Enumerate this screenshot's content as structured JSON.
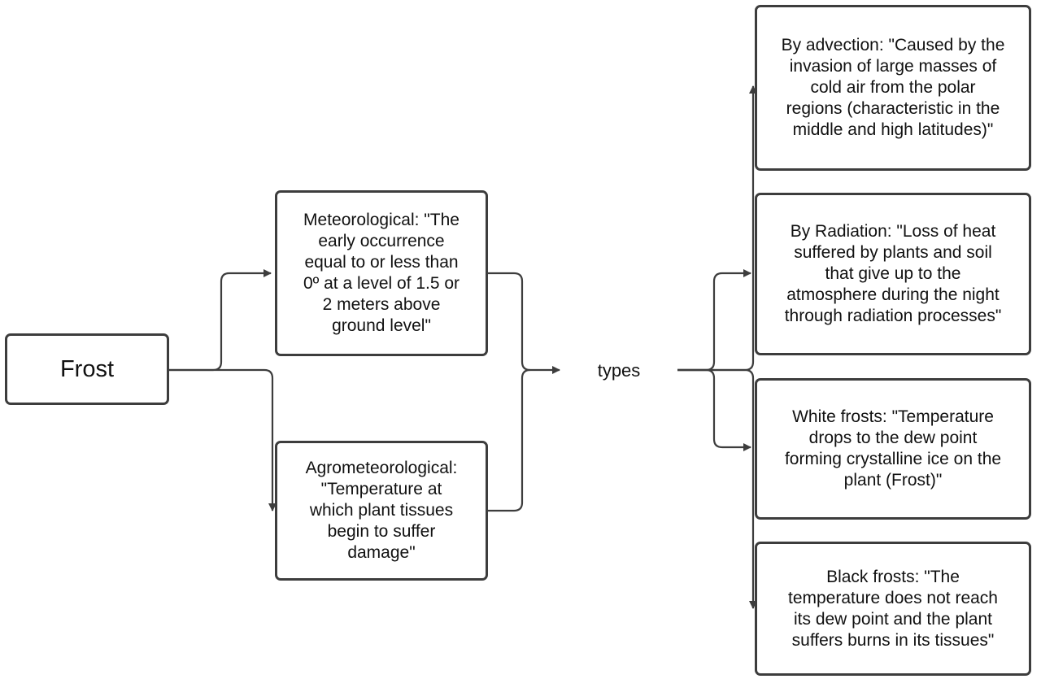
{
  "diagram": {
    "root": {
      "label": "Frost"
    },
    "definitions": [
      {
        "id": "meteorological",
        "text": "Meteorological: \"The\nearly occurrence\nequal to or less than\n0º at a level of 1.5 or\n2 meters above\nground level\""
      },
      {
        "id": "agrometeorological",
        "text": "Agrometeorological:\n\"Temperature at\nwhich plant tissues\nbegin to suffer\ndamage\""
      }
    ],
    "hub": {
      "label": "types"
    },
    "types": [
      {
        "id": "advection",
        "text": "By advection: \"Caused by the\ninvasion of large masses of\ncold air from the polar\nregions (characteristic in the\nmiddle and high latitudes)\""
      },
      {
        "id": "radiation",
        "text": "By Radiation: \"Loss of heat\nsuffered by plants and soil\nthat give up to the\natmosphere during the night\nthrough radiation processes\""
      },
      {
        "id": "white-frosts",
        "text": "White frosts: \"Temperature\ndrops to the dew point\nforming crystalline ice on the\nplant (Frost)\""
      },
      {
        "id": "black-frosts",
        "text": "Black frosts: \"The\ntemperature does not reach\nits dew point and the plant\nsuffers burns in its tissues\""
      }
    ],
    "colors": {
      "stroke": "#3d3d3d",
      "text": "#111111",
      "background": "#ffffff"
    }
  }
}
